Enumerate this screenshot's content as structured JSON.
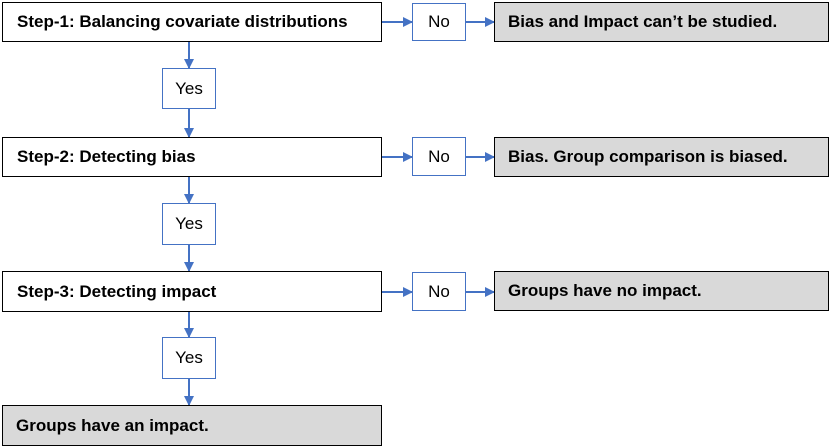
{
  "steps": [
    {
      "label": "Step-1: Balancing covariate distributions"
    },
    {
      "label": "Step-2: Detecting bias"
    },
    {
      "label": "Step-3: Detecting impact"
    }
  ],
  "no_labels": [
    "No",
    "No",
    "No"
  ],
  "yes_labels": [
    "Yes",
    "Yes",
    "Yes"
  ],
  "outcomes": [
    "Bias and Impact can’t be studied.",
    "Bias. Group comparison is biased.",
    "Groups have no impact.",
    "Groups have an impact."
  ],
  "colors": {
    "arrow": "#4472c4",
    "outcome_fill": "#d9d9d9",
    "border": "#000000"
  }
}
